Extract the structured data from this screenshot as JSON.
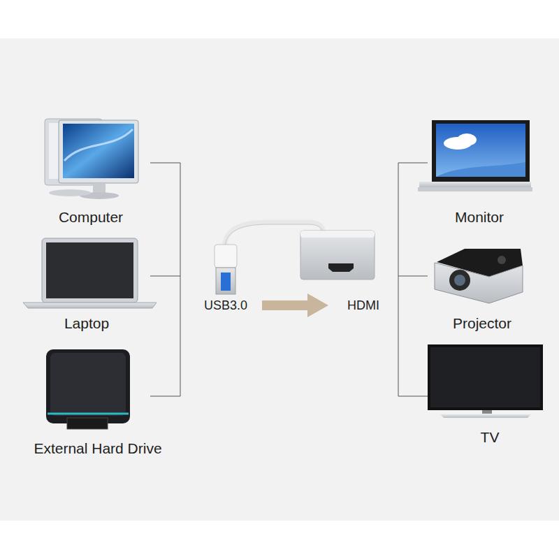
{
  "diagram": {
    "nodes": [
      {
        "text": [
          "Computer"
        ]
      },
      {
        "text": [
          "Laptop"
        ]
      },
      {
        "text": [
          "External Hard Drive"
        ]
      },
      {
        "text": [
          "Monitor"
        ]
      },
      {
        "text": [
          "Projector"
        ]
      },
      {
        "text": [
          "TV"
        ]
      }
    ],
    "labels": [
      "USB3.0",
      "HDMI"
    ]
  }
}
